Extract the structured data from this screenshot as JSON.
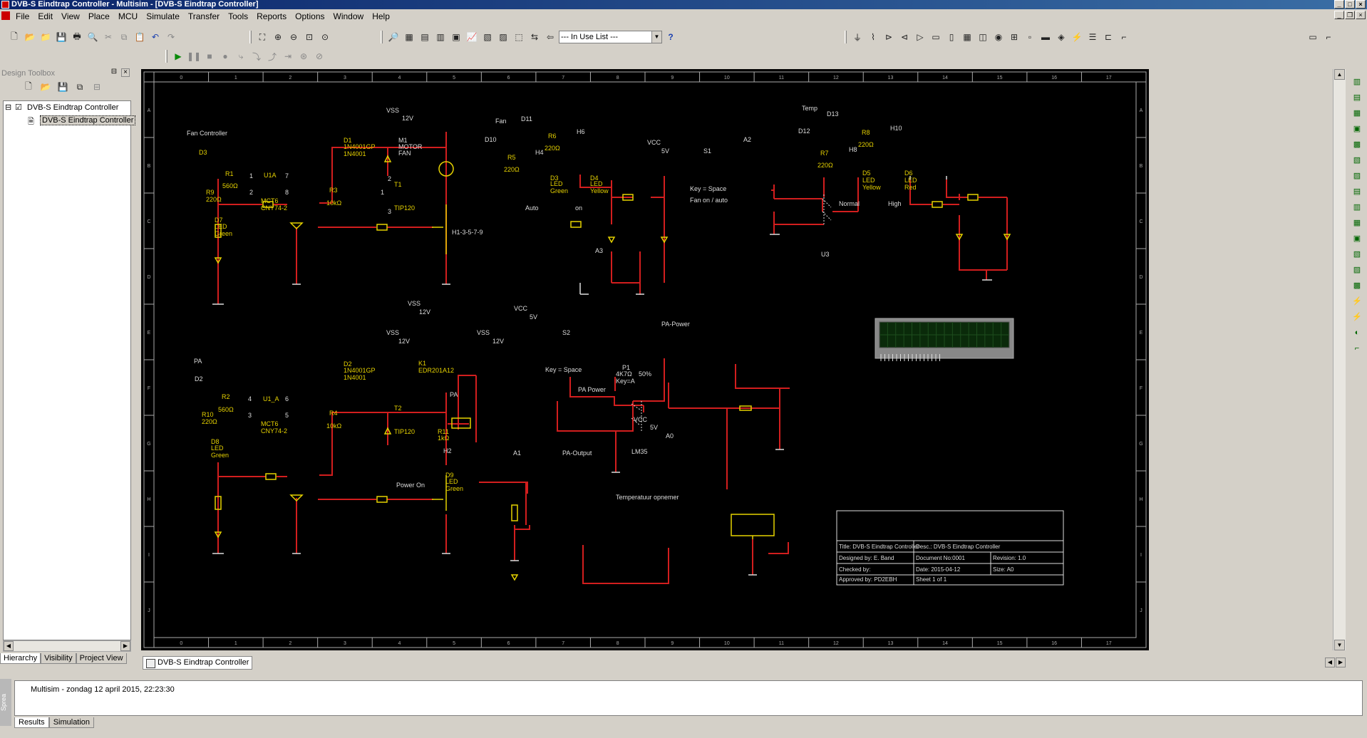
{
  "window": {
    "title": "DVB-S Eindtrap Controller - Multisim - [DVB-S Eindtrap Controller]"
  },
  "menu": [
    "File",
    "Edit",
    "View",
    "Place",
    "MCU",
    "Simulate",
    "Transfer",
    "Tools",
    "Reports",
    "Options",
    "Window",
    "Help"
  ],
  "toolbar": {
    "in_use_list": "--- In Use List ---",
    "help_glyph": "?"
  },
  "design_toolbox": {
    "title": "Design Toolbox",
    "tree": {
      "root": "DVB-S Eindtrap Controller",
      "child": "DVB-S Eindtrap Controller"
    },
    "tabs": [
      "Hierarchy",
      "Visibility",
      "Project View"
    ]
  },
  "document_tab": "DVB-S Eindtrap Controller",
  "spreadsheet": {
    "side_label": "Sprea",
    "log": "Multisim  -  zondag 12 april 2015, 22:23:30",
    "tabs": [
      "Results",
      "Simulation"
    ]
  },
  "schematic": {
    "col_labels": [
      "0",
      "1",
      "2",
      "3",
      "4",
      "5",
      "6",
      "7",
      "8",
      "9",
      "10",
      "11",
      "12",
      "13",
      "14",
      "15",
      "16",
      "17"
    ],
    "row_labels": [
      "A",
      "B",
      "C",
      "D",
      "E",
      "F",
      "G",
      "H",
      "I",
      "J"
    ],
    "labels": {
      "fan_controller": "Fan Controller",
      "d3": "D3",
      "r1": "R1",
      "r1v": "560Ω",
      "r9": "R9",
      "r9v": "220Ω",
      "d7": "D7",
      "d7a": "LED",
      "d7b": "Green",
      "u1a": "U1A",
      "u1a_t": "MCT6",
      "u1a_p": "CNY74-2",
      "pin1": "1",
      "pin2": "2",
      "pin7": "7",
      "pin8": "8",
      "r3": "R3",
      "r3v": "10kΩ",
      "d1": "D1",
      "d1a": "1N4001GP",
      "d1b": "1N4001",
      "vss1": "VSS",
      "v12_1": "12V",
      "m1": "M1",
      "m1a": "MOTOR",
      "m1b": "FAN",
      "t1": "T1",
      "t1p": "TIP120",
      "t1_1": "1",
      "t1_2": "2",
      "t1_3": "3",
      "h13579": "H1-3-5-7-9",
      "fan": "Fan",
      "d10": "D10",
      "d11": "D11",
      "r5": "R5",
      "r5v": "220Ω",
      "r6": "R6",
      "r6v": "220Ω",
      "h4": "H4",
      "h6": "H6",
      "d3b": "D3",
      "d3ba": "LED",
      "d3bb": "Green",
      "d4": "D4",
      "d4a": "LED",
      "d4b": "Yellow",
      "auto": "Auto",
      "on": "on",
      "vcc1": "VCC",
      "v5_1": "5V",
      "s1": "S1",
      "a2": "A2",
      "key_space1": "Key = Space",
      "fan_on_auto": "Fan on / auto",
      "temp": "Temp",
      "d12": "D12",
      "d13": "D13",
      "r7": "R7",
      "r7v": "220Ω",
      "r8": "R8",
      "r8v": "220Ω",
      "h8": "H8",
      "h10": "H10",
      "d5": "D5",
      "d5a": "LED",
      "d5b": "Yellow",
      "d6": "D6",
      "d6a": "LED",
      "d6b": "Red",
      "normal": "Normal",
      "high": "High",
      "u3": "U3",
      "a3": "A3",
      "pa": "PA",
      "d2": "D2",
      "r2": "R2",
      "r2v": "560Ω",
      "r10": "R10",
      "r10v": "220Ω",
      "d8": "D8",
      "d8a": "LED",
      "d8b": "Green",
      "u1b": "U1_A",
      "u1b_t": "MCT6",
      "u1b_p": "CNY74-2",
      "pin3": "3",
      "pin4": "4",
      "pin5": "5",
      "pin6": "6",
      "r4": "R4",
      "r4v": "10kΩ",
      "d2b": "D2",
      "d2ba": "1N4001GP",
      "d2bb": "1N4001",
      "vss2": "VSS",
      "v12_2": "12V",
      "vss3": "VSS",
      "v12_3": "12V",
      "k1": "K1",
      "k1p": "EDR201A12",
      "t2": "T2",
      "t2p": "TIP120",
      "pa_node": "PA",
      "r11": "R11",
      "r11v": "1kΩ",
      "h2": "H2",
      "d9": "D9",
      "d9a": "LED",
      "d9b": "Green",
      "power_on": "Power On",
      "vcc2": "VCC",
      "v5_2": "5V",
      "vss4": "VSS",
      "v12_4": "12V",
      "s2": "S2",
      "key_space2": "Key = Space",
      "pa_power": "PA Power",
      "pa_power_node": "PA-Power",
      "p1": "P1",
      "p1v": "4K7Ω",
      "p1p": "50%",
      "p1k": "Key=A",
      "a1": "A1",
      "pa_output": "PA-Output",
      "vcc3": "VCC",
      "v5_3": "5V",
      "lm35": "LM35",
      "a0": "A0",
      "temp_opnemer": "Temperatuur opnemer"
    },
    "title_block": {
      "title": "Title:   DVB-S Eindtrap Controller",
      "desc": "Desc.: DVB-S Eindtrap Controller",
      "designed": "Designed by:  E. Band",
      "docno": "Document No:0001",
      "revision": "Revision: 1.0",
      "checked": "Checked by:",
      "date": "Date:   2015-04-12",
      "size": "Size:       A0",
      "approved": "Approved by:  PD2EBH",
      "sheet": "Sheet    1     of    1"
    }
  }
}
